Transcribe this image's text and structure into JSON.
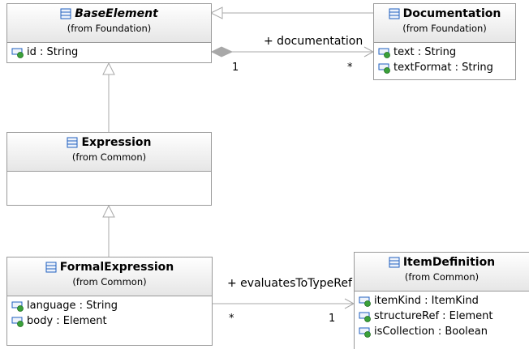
{
  "classes": {
    "base_element": {
      "name": "BaseElement",
      "from": "(from Foundation)",
      "attributes": [
        {
          "text": "id : String"
        }
      ]
    },
    "documentation": {
      "name": "Documentation",
      "from": "(from Foundation)",
      "attributes": [
        {
          "text": "text : String"
        },
        {
          "text": "textFormat : String"
        }
      ]
    },
    "expression": {
      "name": "Expression",
      "from": "(from Common)",
      "attributes": []
    },
    "formal_expression": {
      "name": "FormalExpression",
      "from": "(from Common)",
      "attributes": [
        {
          "text": "language : String"
        },
        {
          "text": "body : Element"
        }
      ]
    },
    "item_definition": {
      "name": "ItemDefinition",
      "from": "(from Common)",
      "attributes": [
        {
          "text": "itemKind : ItemKind"
        },
        {
          "text": "structureRef : Element"
        },
        {
          "text": "isCollection : Boolean"
        }
      ]
    }
  },
  "associations": {
    "documentation": {
      "label": "+ documentation",
      "source_mult": "1",
      "target_mult": "*"
    },
    "evaluates": {
      "label": "+ evaluatesToTypeRef",
      "source_mult": "*",
      "target_mult": "1"
    }
  },
  "colors": {
    "line": "#a8a8a8",
    "border": "#9a9a9a",
    "icon_blue": "#1f5fbf",
    "icon_green": "#3aa13a"
  }
}
